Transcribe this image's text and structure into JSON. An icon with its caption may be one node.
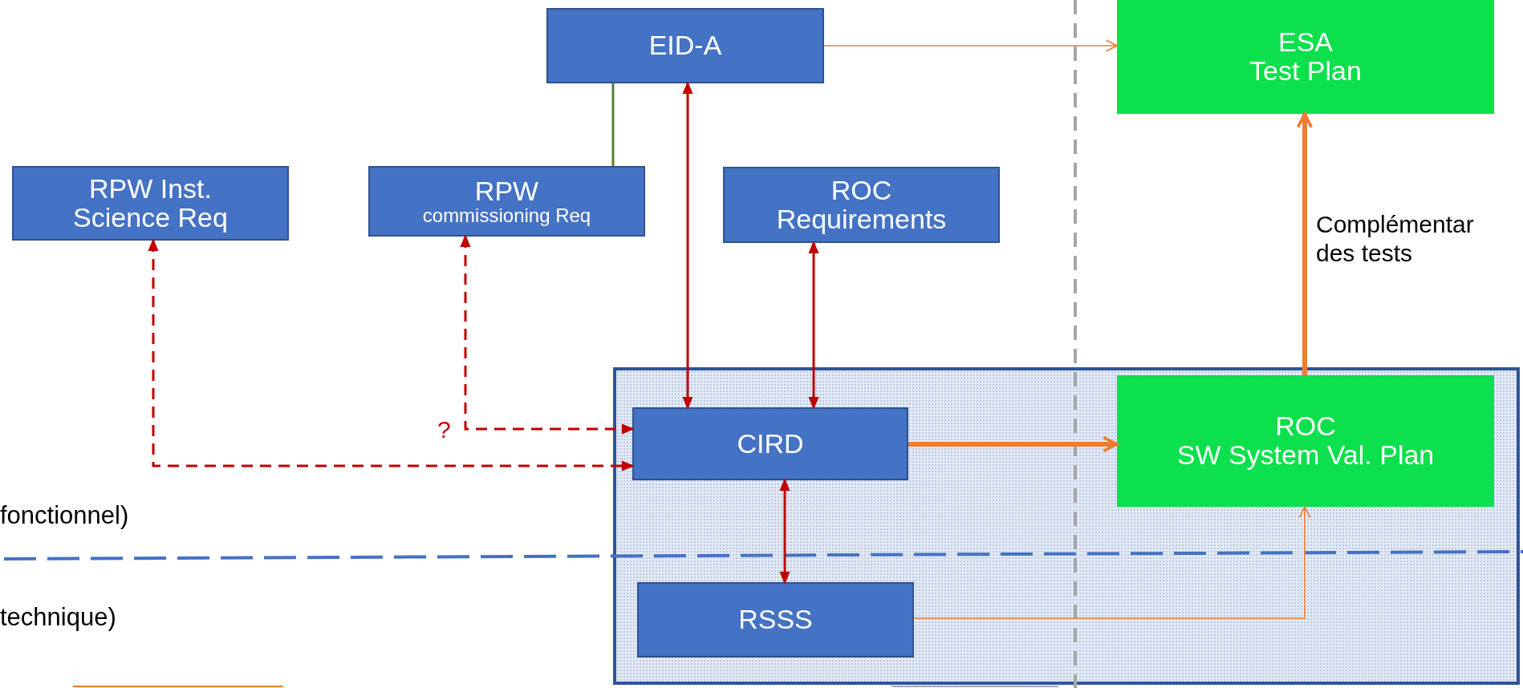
{
  "diagram": {
    "nodes": [
      {
        "text": [
          "EID-A"
        ]
      },
      {
        "text": [
          "ESA",
          "Test Plan"
        ]
      },
      {
        "text": [
          "RPW Inst.",
          "Science Req"
        ]
      },
      {
        "text": [
          "RPW",
          "commissioning Req"
        ]
      },
      {
        "text": [
          "ROC",
          "Requirements"
        ]
      },
      {
        "text": [],
        "shape": "box"
      },
      {
        "text": [
          "CIRD"
        ],
        "in": 5
      },
      {
        "text": [
          "ROC",
          "SW System Val. Plan"
        ],
        "in": 5
      },
      {
        "text": [
          "RSSS"
        ],
        "in": 5
      }
    ],
    "edges": [
      {
        "from": 0,
        "to": 1,
        "arrow": "to",
        "color": "#ed7d31"
      },
      {
        "from": 3,
        "to": 0,
        "arrow": "none",
        "color": "#548235"
      },
      {
        "from": 6,
        "to": 0,
        "arrow": "both"
      },
      {
        "from": 6,
        "to": 4,
        "arrow": "both"
      },
      {
        "from": 2,
        "to": 6,
        "arrow": "both",
        "style": "dashed"
      },
      {
        "from": 3,
        "to": 6,
        "arrow": "both",
        "style": "dashed",
        "label": "?"
      },
      {
        "from": 6,
        "to": 7,
        "arrow": "to",
        "style": "thick",
        "color": "#ed7d31"
      },
      {
        "from": 6,
        "to": 8,
        "arrow": "both"
      },
      {
        "from": 8,
        "to": 7,
        "arrow": "to",
        "color": "#ed7d31"
      },
      {
        "from": 7,
        "to": 1,
        "arrow": "to",
        "style": "thick",
        "color": "#ed7d31",
        "label": "Complémentar des tests"
      }
    ],
    "labels": [
      "fonctionnel)",
      "technique)"
    ]
  }
}
